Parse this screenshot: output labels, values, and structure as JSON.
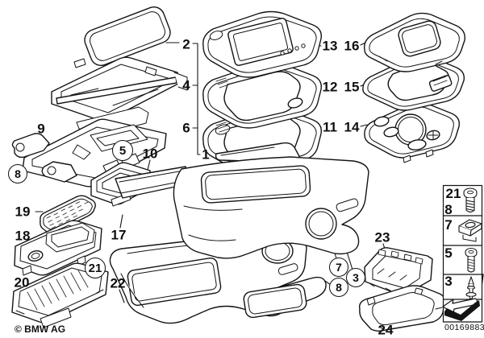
{
  "callouts": {
    "plain": {
      "n1": "1",
      "n2": "2",
      "n4": "4",
      "n6": "6",
      "n9": "9",
      "n10": "10",
      "n11": "11",
      "n12": "12",
      "n13": "13",
      "n14": "14",
      "n15": "15",
      "n16": "16",
      "n17": "17",
      "n18": "18",
      "n19": "19",
      "n20": "20",
      "n22": "22",
      "n23": "23",
      "n24": "24"
    },
    "circled": {
      "c3": "3",
      "c5": "5",
      "c7": "7",
      "c8_left": "8",
      "c8_right": "8",
      "c21": "21"
    }
  },
  "legend": {
    "rows": [
      {
        "labels": [
          "21",
          "8"
        ],
        "icon": "screw-short-icon"
      },
      {
        "labels": [
          "7"
        ],
        "icon": "clip-nut-icon"
      },
      {
        "labels": [
          "5"
        ],
        "icon": "screw-long-icon"
      },
      {
        "labels": [
          "3"
        ],
        "icon": "expansion-rivet-icon"
      },
      {
        "labels": [],
        "icon": "direction-arrow-icon"
      }
    ]
  },
  "footer": {
    "copyright": "© BMW AG",
    "document_number": "00169883"
  },
  "colors": {
    "line": "#141414",
    "background": "#ffffff"
  }
}
